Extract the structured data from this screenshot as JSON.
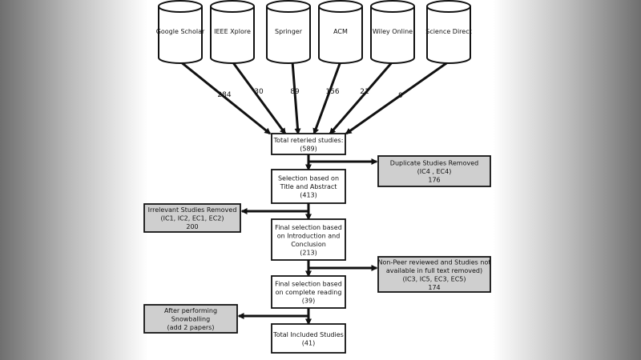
{
  "sources": [
    {
      "name": "Google Scholar",
      "count": "284"
    },
    {
      "name": "IEEE Xplore",
      "count": "30"
    },
    {
      "name": "Springer",
      "count": "89"
    },
    {
      "name": "ACM",
      "count": "156"
    },
    {
      "name": "Wiley Online",
      "count": "21"
    },
    {
      "name": "Science Direct",
      "count": "9"
    }
  ],
  "main_steps": [
    {
      "lines": [
        "Total reteried studies:",
        "(589)"
      ]
    },
    {
      "lines": [
        "Selection based on",
        "Title and Abstract",
        "(413)"
      ]
    },
    {
      "lines": [
        "Final selection based",
        "on Introduction and",
        "Conclusion",
        "(213)"
      ]
    },
    {
      "lines": [
        "Final selection based",
        "on complete reading",
        "(39)"
      ]
    },
    {
      "lines": [
        "Total Included Studies",
        "(41)"
      ]
    }
  ],
  "side_steps": [
    {
      "lines": [
        "Duplicate Studies Removed",
        "(IC4 , EC4)",
        "176"
      ]
    },
    {
      "lines": [
        "Irrelevant Studies Removed",
        "(IC1, IC2, EC1, EC2)",
        "200"
      ]
    },
    {
      "lines": [
        "Non-Peer reviewed and Studies not",
        "available in full text removed)",
        "(IC3, IC5, EC3, EC5)",
        "174"
      ]
    },
    {
      "lines": [
        "After performing",
        "Snowballing",
        "(add 2 papers)"
      ]
    }
  ],
  "colors": {
    "side_box_fill": "#cfcfcf",
    "main_box_fill": "#ffffff",
    "stroke": "#111111",
    "background_edges": "#6f6f6f"
  }
}
